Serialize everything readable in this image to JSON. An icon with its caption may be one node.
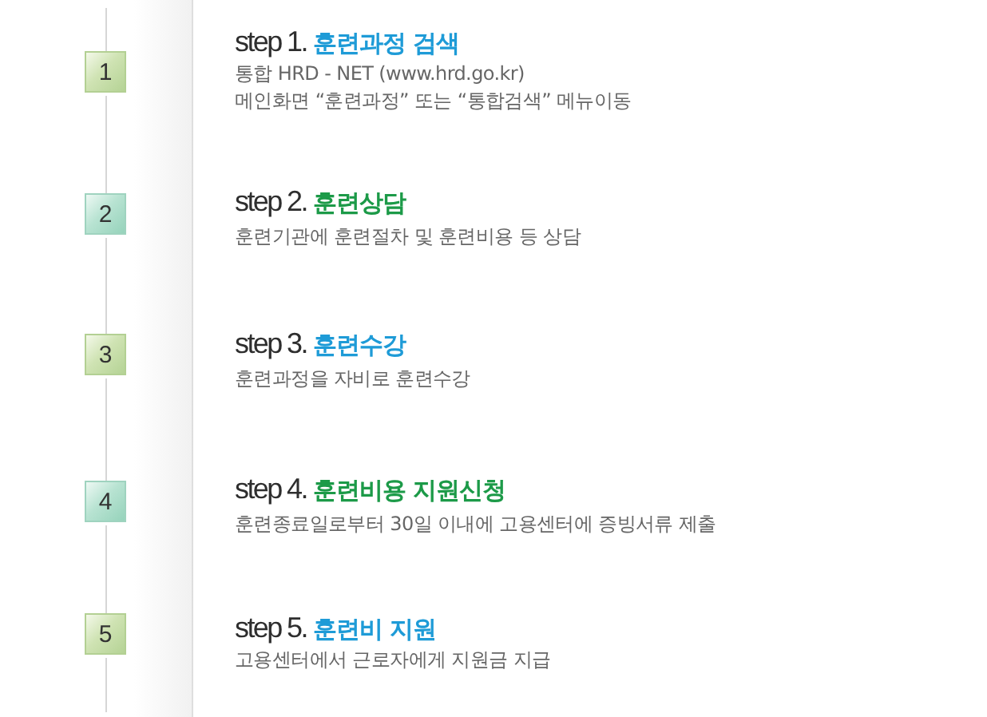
{
  "diagram": {
    "nodes": [
      {
        "text": [
          "1"
        ],
        "beside": [
          "step 1.",
          "훈련과정 검색",
          "통합 HRD - NET (www.hrd.go.kr)",
          "메인화면 “훈련과정” 또는 “통합검색” 메뉴이동"
        ]
      },
      {
        "text": [
          "2"
        ],
        "beside": [
          "step 2.",
          "훈련상담",
          "훈련기관에 훈련절차 및 훈련비용 등 상담"
        ]
      },
      {
        "text": [
          "3"
        ],
        "beside": [
          "step 3.",
          "훈련수강",
          "훈련과정을 자비로 훈련수강"
        ]
      },
      {
        "text": [
          "4"
        ],
        "beside": [
          "step 4.",
          "훈련비용 지원신청",
          "훈련종료일로부터 30일 이내에 고용센터에 증빙서류 제출"
        ]
      },
      {
        "text": [
          "5"
        ],
        "beside": [
          "step 5.",
          "훈련비 지원",
          "고용센터에서 근로자에게 지원금 지급"
        ]
      }
    ],
    "edges": [
      {
        "from": null,
        "to": 0,
        "arrow": "none"
      },
      {
        "from": 0,
        "to": 1,
        "arrow": "none"
      },
      {
        "from": 1,
        "to": 2,
        "arrow": "none"
      },
      {
        "from": 2,
        "to": 3,
        "arrow": "none"
      },
      {
        "from": 3,
        "to": 4,
        "arrow": "none"
      },
      {
        "from": 4,
        "to": null,
        "arrow": "none"
      }
    ]
  }
}
